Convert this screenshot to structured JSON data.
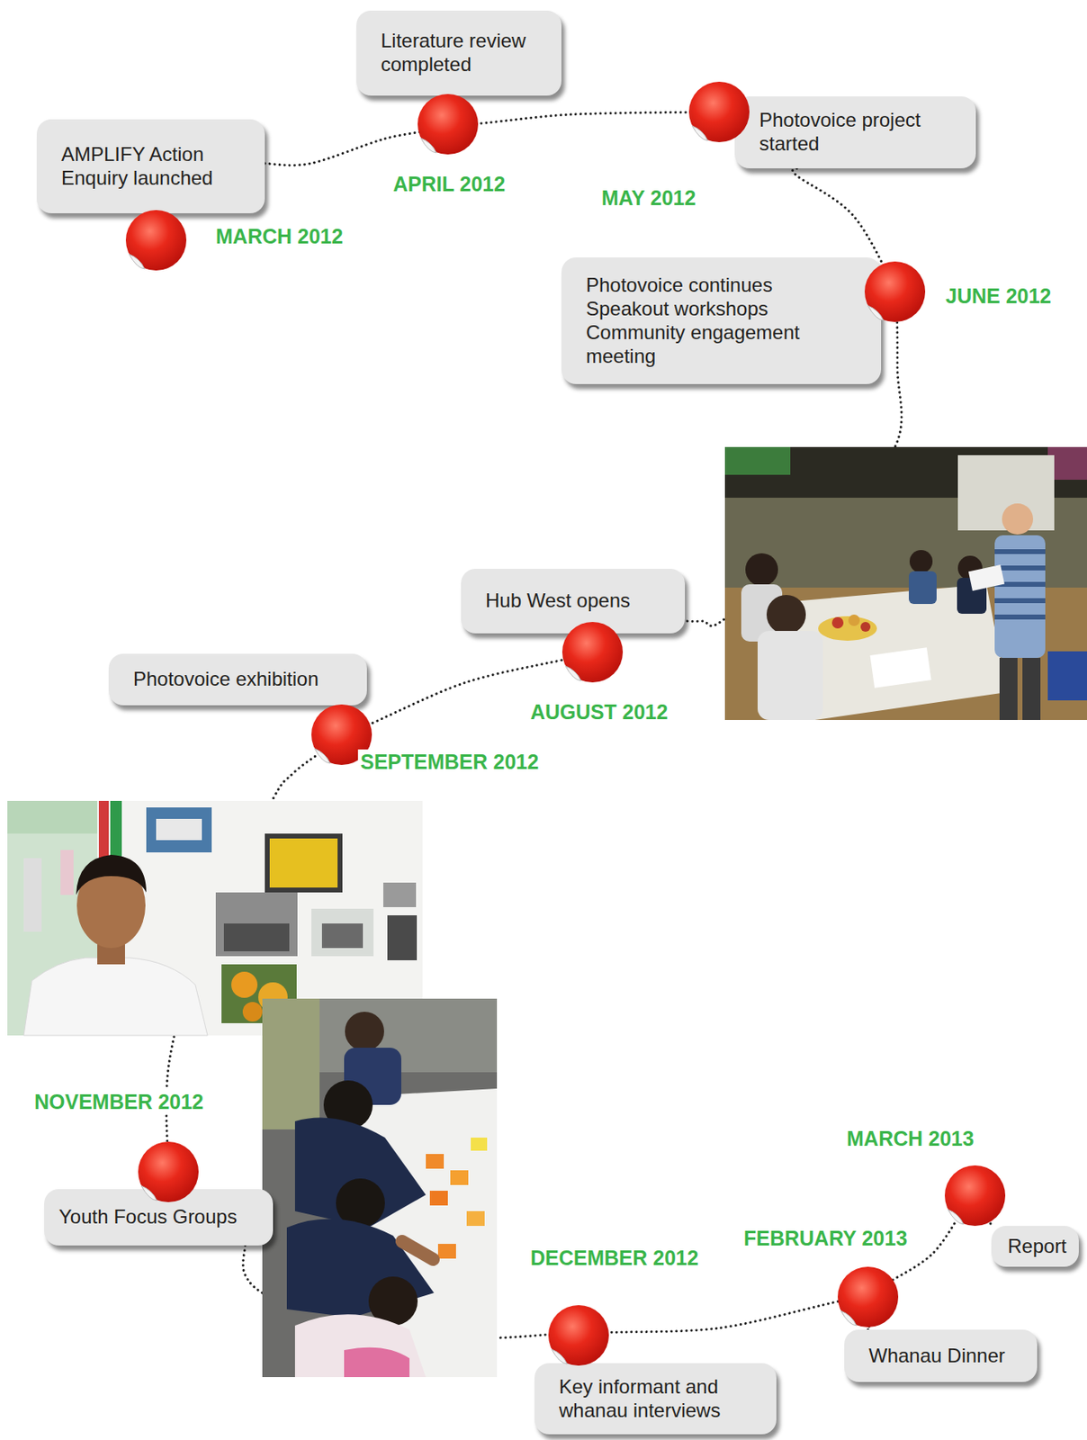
{
  "diagram": {
    "nodes": [
      {
        "text": [
          "AMPLIFY Action Enquiry launched"
        ]
      },
      {
        "text": [
          "Literature review completed"
        ]
      },
      {
        "text": [
          "Photovoice project started"
        ]
      },
      {
        "text": [
          "Photovoice continues",
          "Speakout workshops",
          "Community engagement meeting"
        ]
      },
      {
        "text": [
          "Hub West opens"
        ]
      },
      {
        "text": [
          "Photovoice exhibition"
        ]
      },
      {
        "text": [
          "Youth Focus Groups"
        ]
      },
      {
        "text": [
          "Key informant and whanau interviews"
        ]
      },
      {
        "text": [
          "Whanau Dinner"
        ]
      },
      {
        "text": [
          "Report"
        ]
      }
    ],
    "edges": [
      {
        "from": 0,
        "to": 1,
        "arrow": "none"
      },
      {
        "from": 1,
        "to": 2,
        "arrow": "none"
      },
      {
        "from": 2,
        "to": 3,
        "arrow": "none"
      },
      {
        "from": 3,
        "to": 4,
        "arrow": "none"
      },
      {
        "from": 4,
        "to": 5,
        "arrow": "none"
      },
      {
        "from": 5,
        "to": 6,
        "arrow": "none"
      },
      {
        "from": 6,
        "to": 7,
        "arrow": "none"
      },
      {
        "from": 7,
        "to": 8,
        "arrow": "none"
      },
      {
        "from": 8,
        "to": 9,
        "arrow": "none"
      }
    ],
    "labels": [
      "MARCH 2012",
      "APRIL 2012",
      "MAY 2012",
      "JUNE 2012",
      "AUGUST 2012",
      "SEPTEMBER 2012",
      "NOVEMBER 2012",
      "DECEMBER 2012",
      "FEBRUARY 2013",
      "MARCH 2013"
    ]
  }
}
